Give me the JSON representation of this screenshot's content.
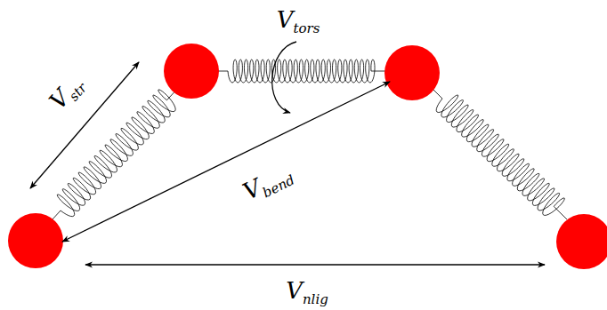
{
  "diagram": {
    "labels": [
      "Vtors",
      "Vstr",
      "Vbend",
      "Vnlig"
    ]
  }
}
